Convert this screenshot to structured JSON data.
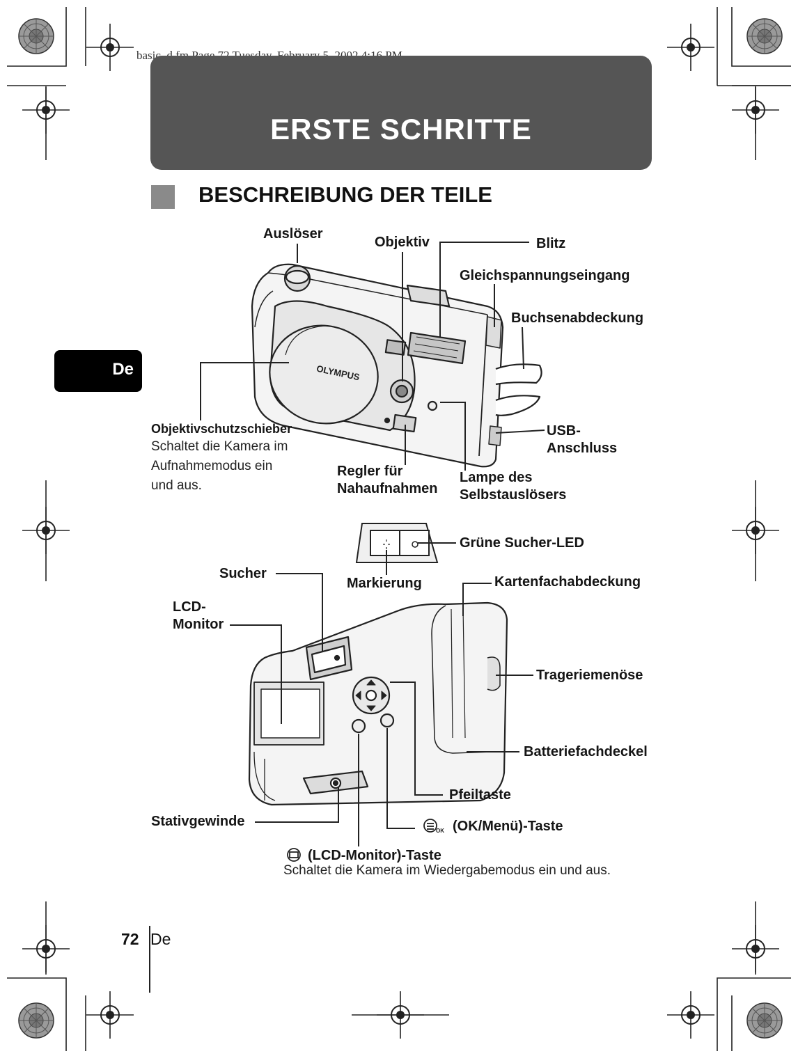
{
  "header_line": "basic_d.fm  Page 72  Tuesday, February 5, 2002  4:16 PM",
  "banner_title": "ERSTE SCHRITTE",
  "section_title": "BESCHREIBUNG DER TEILE",
  "language_tab": "De",
  "brand": "OLYMPUS",
  "front_labels": {
    "shutter": "Auslöser",
    "lens": "Objektiv",
    "flash": "Blitz",
    "dc_in": "Gleichspannungseingang",
    "connector_cover": "Buchsenabdeckung",
    "lens_barrier": "Objektivschutzschieber",
    "lens_barrier_desc": [
      "Schaltet die Kamera im",
      "Aufnahmemodus ein",
      "und aus."
    ],
    "usb_1": "USB-",
    "usb_2": "Anschluss",
    "macro_1": "Regler für",
    "macro_2": "Nahaufnahmen",
    "selftimer_1": "Lampe des",
    "selftimer_2": "Selbstauslösers"
  },
  "back_labels": {
    "green_led": "Grüne Sucher-LED",
    "marker": "Markierung",
    "viewfinder": "Sucher",
    "card_cover": "Kartenfachabdeckung",
    "lcd_1": "LCD-",
    "lcd_2": "Monitor",
    "strap": "Trageriemenöse",
    "battery_cover": "Batteriefachdeckel",
    "arrow_pad": "Pfeiltaste",
    "tripod": "Stativgewinde",
    "ok_button": "(OK/Menü)-Taste",
    "lcd_button": "(LCD-Monitor)-Taste",
    "lcd_button_desc": "Schaltet die Kamera im Wiedergabemodus ein und aus."
  },
  "footer": {
    "page_number": "72",
    "page_lang": "De"
  }
}
